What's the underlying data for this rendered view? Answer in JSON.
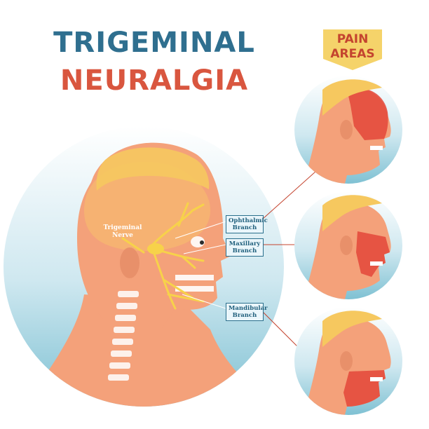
{
  "title": {
    "line1": "TRIGEMINAL",
    "line2": "NEURALGIA"
  },
  "badge": {
    "line1": "PAIN",
    "line2": "AREAS"
  },
  "labels": {
    "nerve": {
      "line1": "Trigeminal",
      "line2": "Nerve"
    },
    "ophthalmic": {
      "line1": "Ophthalmic",
      "line2": "Branch"
    },
    "maxillary": {
      "line1": "Maxillary",
      "line2": "Branch"
    },
    "mandibular": {
      "line1": "Mandibular",
      "line2": "Branch"
    }
  },
  "colors": {
    "title_blue": "#2f6f8f",
    "title_red": "#d9563f",
    "badge_yellow": "#f5d36a",
    "skin": "#f4a17a",
    "hair": "#f6c85f",
    "pain": "#e3473a",
    "nerve": "#f7d24a",
    "circle_blue": "#8ecbd9"
  }
}
